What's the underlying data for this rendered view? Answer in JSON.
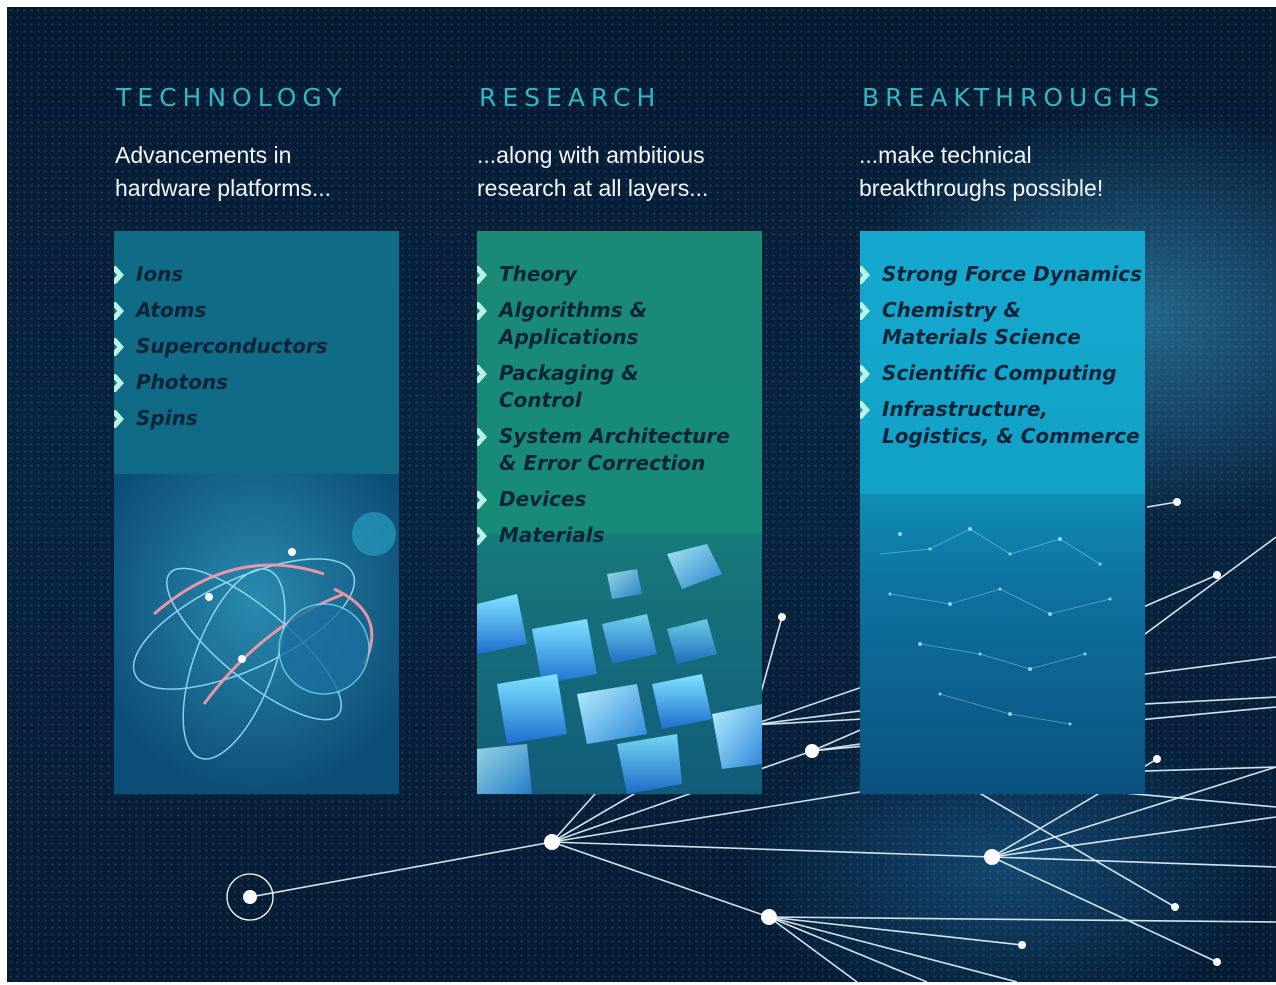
{
  "columns": [
    {
      "title": "TECHNOLOGY",
      "subtitle_line1": "Advancements in",
      "subtitle_line2": "hardware platforms...",
      "items": [
        [
          "Ions"
        ],
        [
          "Atoms"
        ],
        [
          "Superconductors"
        ],
        [
          "Photons"
        ],
        [
          "Spins"
        ]
      ]
    },
    {
      "title": "RESEARCH",
      "subtitle_line1": "...along with ambitious",
      "subtitle_line2": "research at all layers...",
      "items": [
        [
          "Theory"
        ],
        [
          "Algorithms &",
          "Applications"
        ],
        [
          "Packaging &",
          "Control"
        ],
        [
          "System Architecture",
          "& Error Correction"
        ],
        [
          "Devices"
        ],
        [
          "Materials"
        ]
      ]
    },
    {
      "title": "BREAKTHROUGHS",
      "subtitle_line1": "...make technical",
      "subtitle_line2": "breakthroughs possible!",
      "items": [
        [
          "Strong Force Dynamics"
        ],
        [
          "Chemistry &",
          "Materials Science"
        ],
        [
          "Scientific Computing"
        ],
        [
          "Infrastructure,",
          "Logistics, & Commerce"
        ]
      ]
    }
  ],
  "colors": {
    "title": "#2fb7c6",
    "chevron": "#b9f3e4",
    "item_text": "#0c2438"
  },
  "icons": {
    "bullet": "double-chevron-right-icon"
  }
}
